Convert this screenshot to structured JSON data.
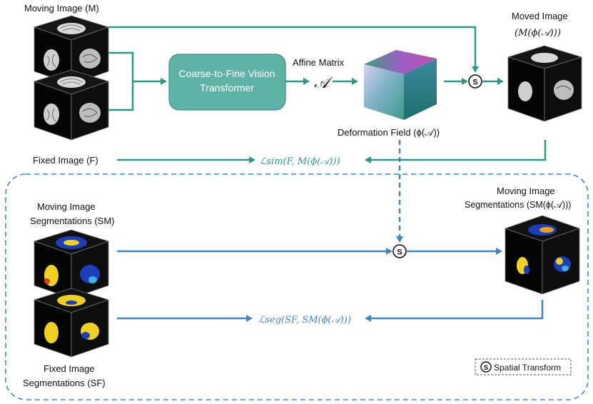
{
  "labels": {
    "moving_image": "Moving Image (M)",
    "moved_image_title": "Moved Image",
    "moved_image_formula": "(M(ϕ(𝒜)))",
    "vit_line1": "Coarse-to-Fine Vision",
    "vit_line2": "Transformer",
    "affine_matrix": "Affine Matrix",
    "affine_symbol": "𝒜",
    "deformation_field": "Deformation Field (ϕ(𝒜))",
    "fixed_image": "Fixed Image (F)",
    "loss_sim": "ℒsim(F, M(ϕ(𝒜)))",
    "moving_seg_line1": "Moving Image",
    "moving_seg_line2": "Segmentations (SM)",
    "moving_seg_out_line1": "Moving Image",
    "moving_seg_out_line2": "Segmentations (SM(ϕ(𝒜)))",
    "loss_seg": "ℒseg(SF, SM(ϕ(𝒜)))",
    "fixed_seg_line1": "Fixed Image",
    "fixed_seg_line2": "Segmentations (SF)",
    "spatial_symbol": "S",
    "spatial_transform": "Spatial Transform"
  },
  "colors": {
    "teal": "#2a9a86",
    "teal_box": "#5fb3a6",
    "blue": "#3f86c4",
    "dash_border": "#3f86c4"
  }
}
